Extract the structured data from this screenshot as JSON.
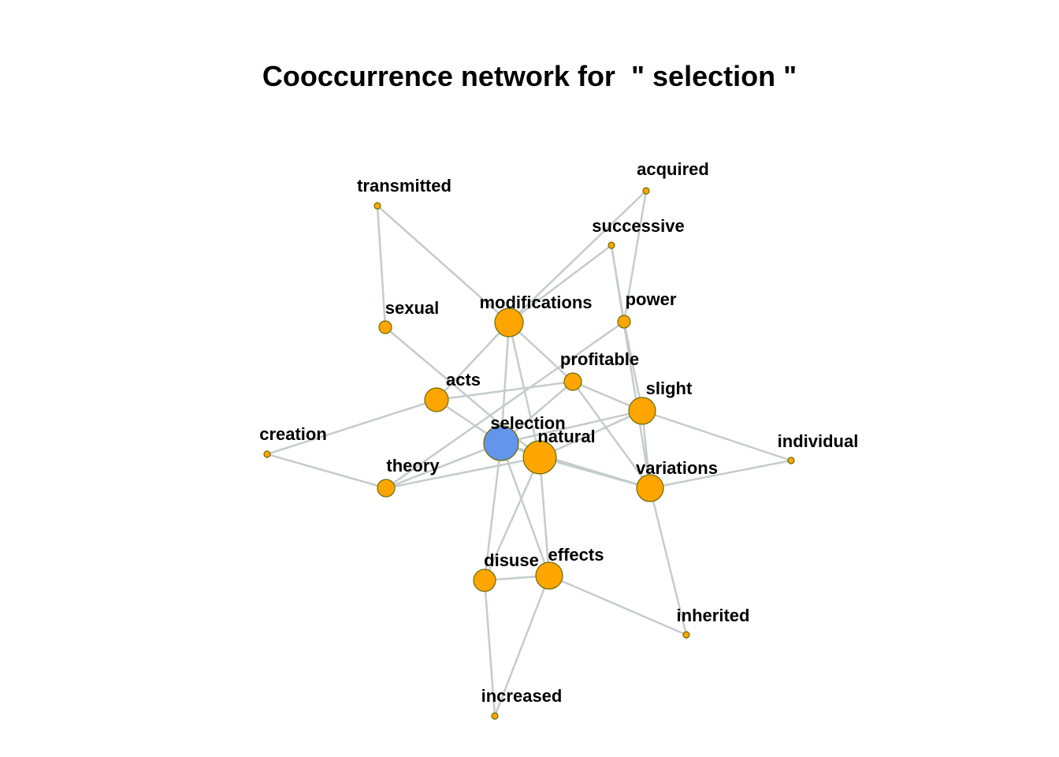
{
  "title": "Cooccurrence network for  \" selection \"",
  "colors": {
    "center_node": "#6495ED",
    "node": "#FFA500",
    "node_stroke": "#6B6B00",
    "edge": "#C4CCCC"
  },
  "nodes": [
    {
      "id": "selection",
      "label": "selection",
      "center": true
    },
    {
      "id": "natural",
      "label": "natural"
    },
    {
      "id": "modifications",
      "label": "modifications"
    },
    {
      "id": "acts",
      "label": "acts"
    },
    {
      "id": "slight",
      "label": "slight"
    },
    {
      "id": "variations",
      "label": "variations"
    },
    {
      "id": "effects",
      "label": "effects"
    },
    {
      "id": "disuse",
      "label": "disuse"
    },
    {
      "id": "theory",
      "label": "theory"
    },
    {
      "id": "sexual",
      "label": "sexual"
    },
    {
      "id": "profitable",
      "label": "profitable"
    },
    {
      "id": "power",
      "label": "power"
    },
    {
      "id": "successive",
      "label": "successive"
    },
    {
      "id": "acquired",
      "label": "acquired"
    },
    {
      "id": "transmitted",
      "label": "transmitted"
    },
    {
      "id": "creation",
      "label": "creation"
    },
    {
      "id": "individual",
      "label": "individual"
    },
    {
      "id": "inherited",
      "label": "inherited"
    },
    {
      "id": "increased",
      "label": "increased"
    }
  ],
  "edges": [
    [
      "transmitted",
      "sexual"
    ],
    [
      "transmitted",
      "modifications"
    ],
    [
      "sexual",
      "natural"
    ],
    [
      "modifications",
      "selection"
    ],
    [
      "modifications",
      "natural"
    ],
    [
      "modifications",
      "profitable"
    ],
    [
      "modifications",
      "acquired"
    ],
    [
      "modifications",
      "successive"
    ],
    [
      "modifications",
      "acts"
    ],
    [
      "acquired",
      "power"
    ],
    [
      "successive",
      "power"
    ],
    [
      "successive",
      "variations"
    ],
    [
      "power",
      "theory"
    ],
    [
      "power",
      "slight"
    ],
    [
      "acts",
      "selection"
    ],
    [
      "acts",
      "profitable"
    ],
    [
      "acts",
      "creation"
    ],
    [
      "profitable",
      "selection"
    ],
    [
      "profitable",
      "slight"
    ],
    [
      "profitable",
      "variations"
    ],
    [
      "slight",
      "selection"
    ],
    [
      "slight",
      "natural"
    ],
    [
      "slight",
      "variations"
    ],
    [
      "slight",
      "individual"
    ],
    [
      "selection",
      "natural"
    ],
    [
      "selection",
      "variations"
    ],
    [
      "selection",
      "theory"
    ],
    [
      "selection",
      "disuse"
    ],
    [
      "selection",
      "effects"
    ],
    [
      "natural",
      "variations"
    ],
    [
      "natural",
      "theory"
    ],
    [
      "natural",
      "disuse"
    ],
    [
      "natural",
      "effects"
    ],
    [
      "theory",
      "creation"
    ],
    [
      "variations",
      "individual"
    ],
    [
      "variations",
      "inherited"
    ],
    [
      "disuse",
      "effects"
    ],
    [
      "disuse",
      "increased"
    ],
    [
      "effects",
      "increased"
    ],
    [
      "effects",
      "inherited"
    ]
  ]
}
